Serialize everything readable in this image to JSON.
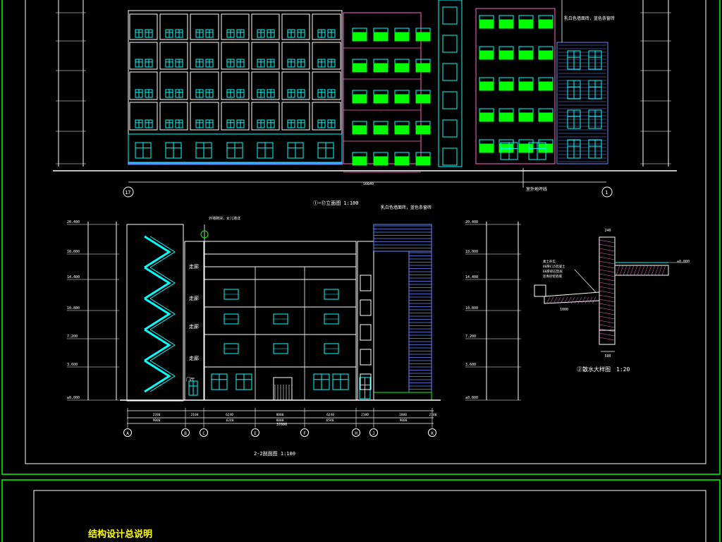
{
  "colors": {
    "background": "#000000",
    "frame": "#00ff00",
    "window": "#00ffff",
    "balcony": "#00ff00",
    "accent_pink": "#ff66cc",
    "annotation": "#ffff00",
    "line": "#ffffff",
    "facade_blue": "#6688ff"
  },
  "elevation": {
    "title": "①~⑰立面图 1:100",
    "note": "乳白色墙面砖，蓝色条窗砖",
    "axis_left": "17",
    "axis_right": "1",
    "total_dim": "56640",
    "ground_note": "室外地坪线"
  },
  "section": {
    "title": "2-2剖面图 1:100",
    "note": "乳白色墙面砖，蓝色条窗砖",
    "roof_note": "外墙砌块，女儿墙详",
    "corridor_label": "走廊",
    "entry_label": "门厅",
    "axes": [
      "A",
      "B",
      "C",
      "E",
      "F",
      "H",
      "J",
      "K"
    ],
    "dims_row1": [
      "2200",
      "2100",
      "6240",
      "8000",
      "6240",
      "2100",
      "1800",
      "2100"
    ],
    "dims_row2": [
      "9000",
      "6240",
      "8000",
      "6540",
      "9000"
    ],
    "total_dim": "37000",
    "levels_left": [
      "20.400",
      "18.000",
      "14.400",
      "10.800",
      "7.200",
      "3.600",
      "±0.000"
    ],
    "levels_right": [
      "20.400",
      "18.000",
      "14.400",
      "10.800",
      "7.200",
      "3.600",
      "±0.000"
    ]
  },
  "detail": {
    "title": "散水大样图",
    "scale": "1:20",
    "marker": "②",
    "dim_top": "240",
    "dim_bottom": "500",
    "dim_width": "1000",
    "level": "±0.000",
    "notes": [
      "素土夯实",
      "80厚C15混凝土",
      "60厚碎石垫层",
      "沥青砂浆嵌缝"
    ]
  },
  "bottom_sheet": {
    "heading": "结构设计总说明"
  }
}
